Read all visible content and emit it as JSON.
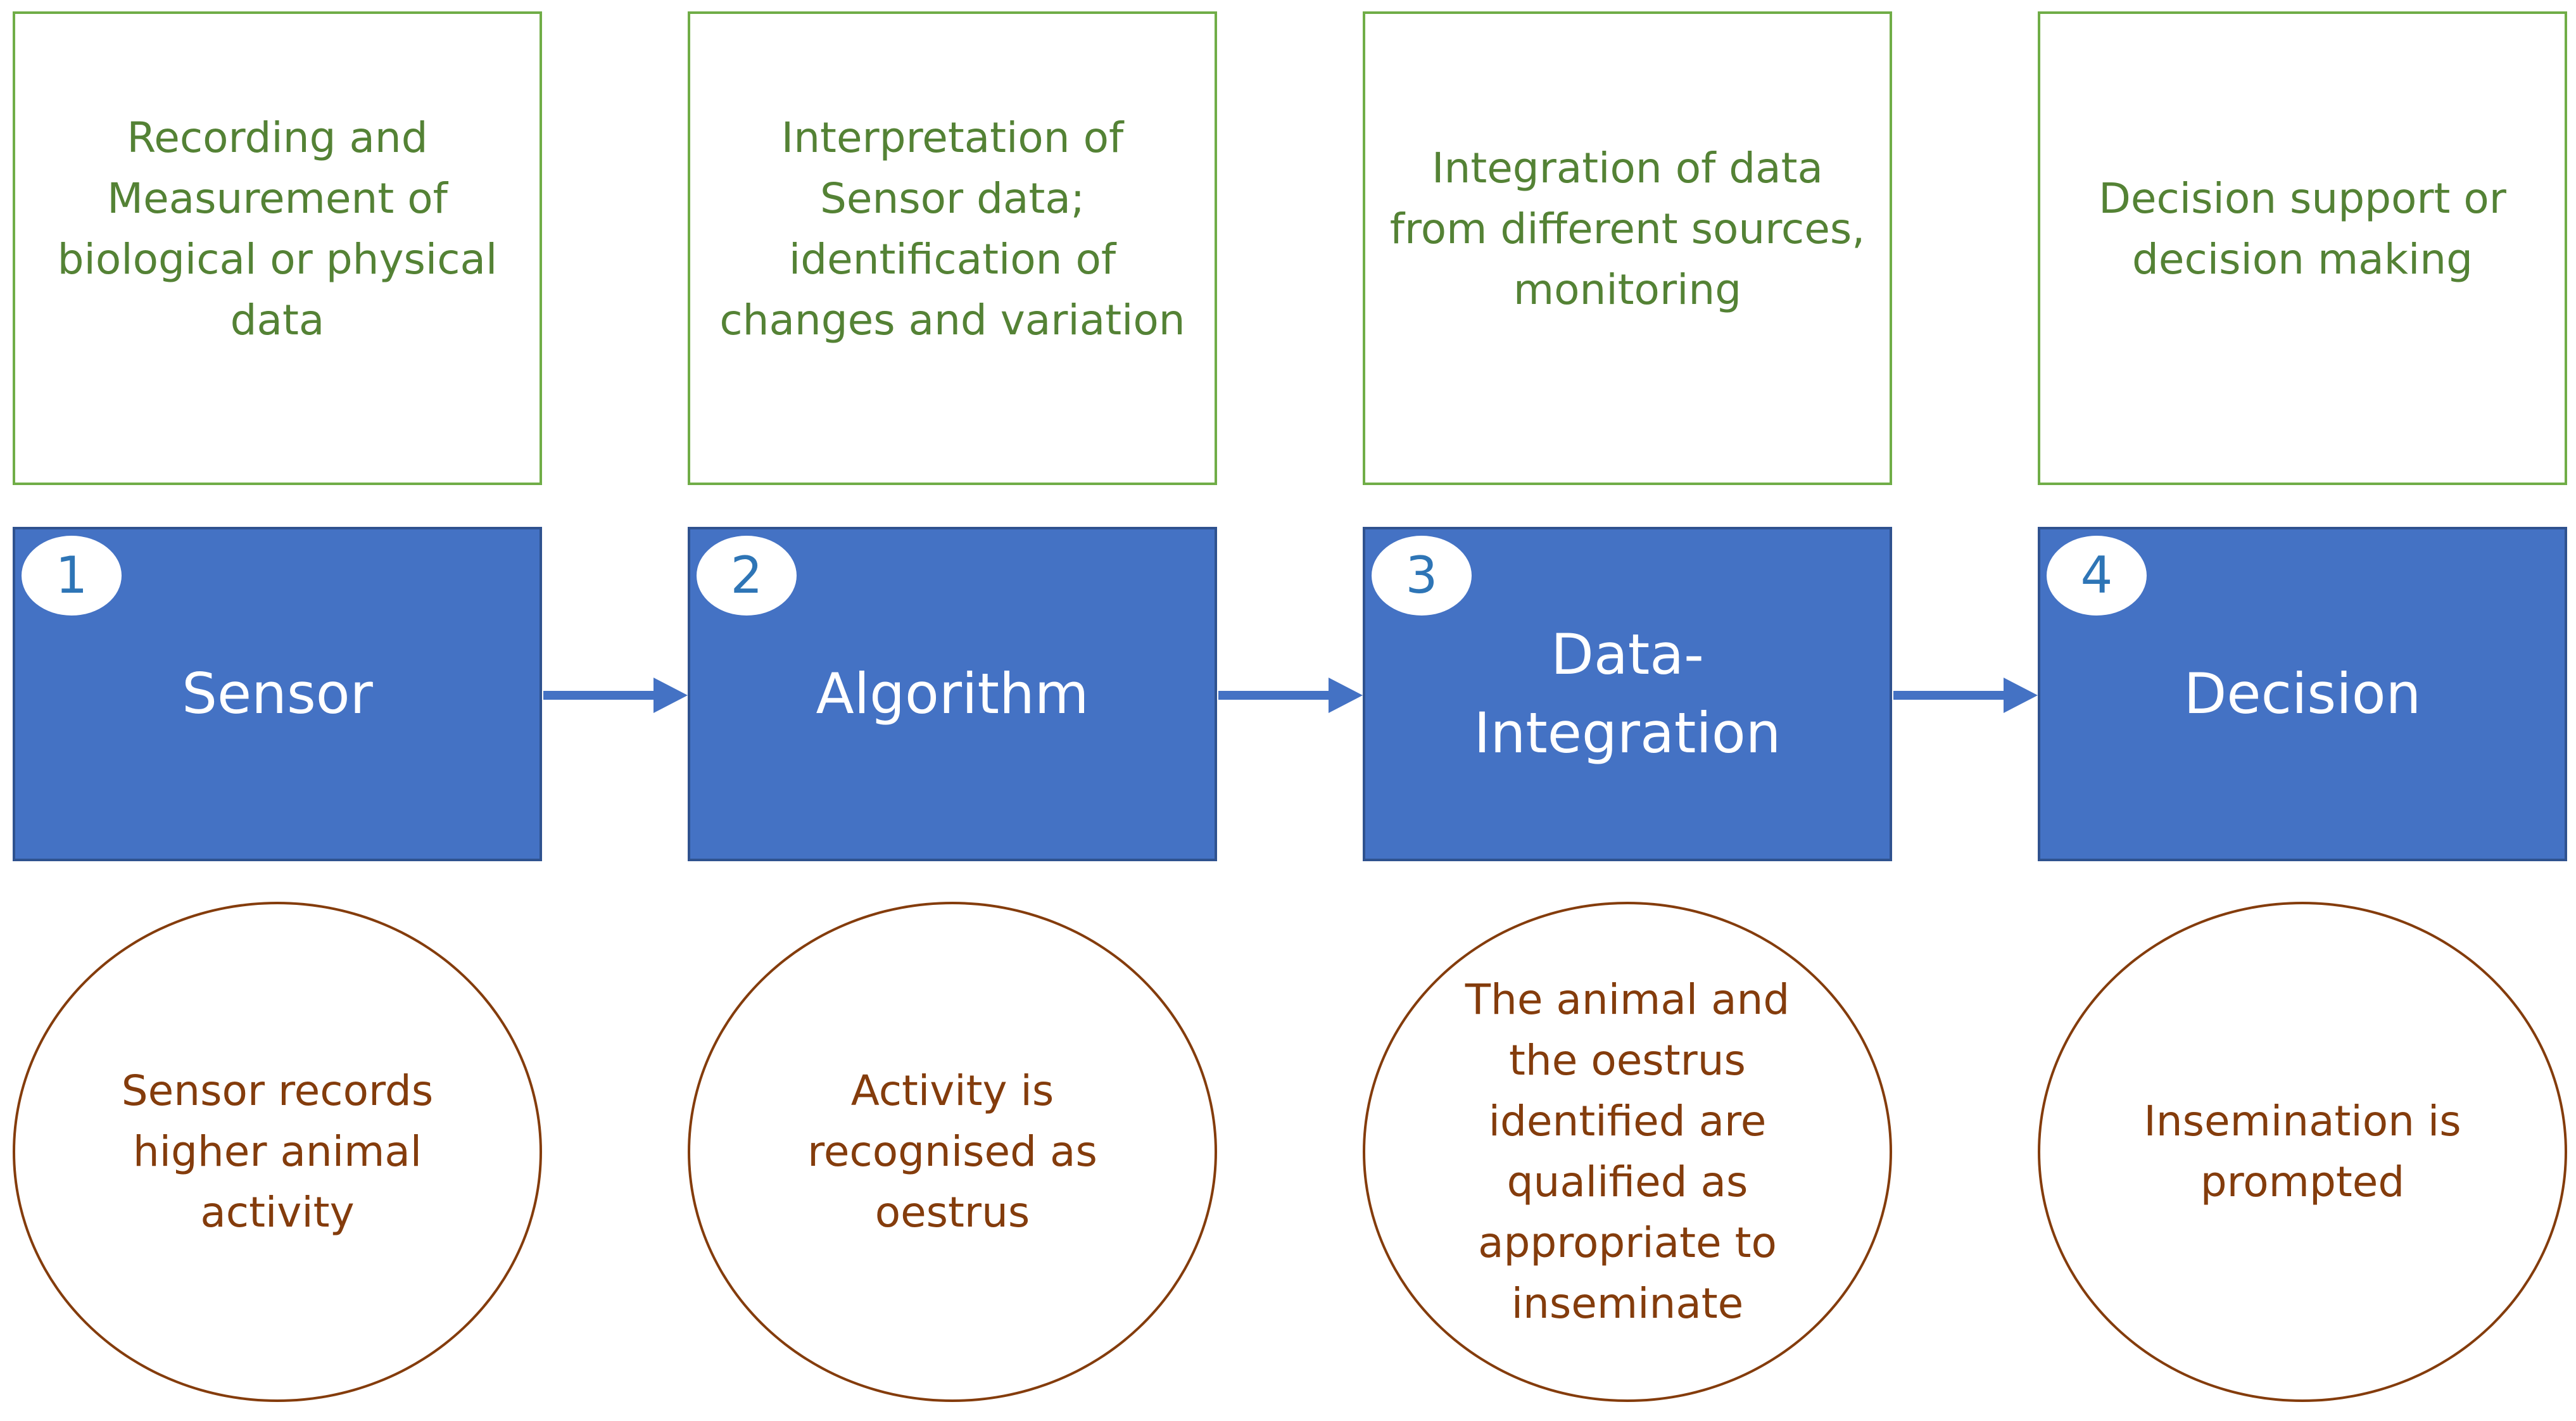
{
  "steps": [
    {
      "number": "1",
      "title": "Sensor",
      "description": "Recording and\nMeasurement of\nbiological or physical\ndata",
      "example": "Sensor records\nhigher animal\nactivity"
    },
    {
      "number": "2",
      "title": "Algorithm",
      "description": "Interpretation of\nSensor data;\nidentification of\nchanges and variation",
      "example": "Activity is\nrecognised as\noestrus"
    },
    {
      "number": "3",
      "title": "Data-\nIntegration",
      "description": "Integration of data\nfrom different sources,\nmonitoring",
      "example": "The animal and\nthe oestrus\nidentified are\nqualified as\nappropriate to\ninseminate"
    },
    {
      "number": "4",
      "title": "Decision",
      "description": "Decision support or\ndecision making",
      "example": "Insemination is\nprompted"
    }
  ],
  "colors": {
    "top_border": "#70AD47",
    "top_text": "#548235",
    "box_fill": "#4472C4",
    "box_border": "#2F528F",
    "number_text": "#2E75B6",
    "circle_border": "#843C0C",
    "circle_text": "#843C0C",
    "arrow": "#4472C4"
  }
}
